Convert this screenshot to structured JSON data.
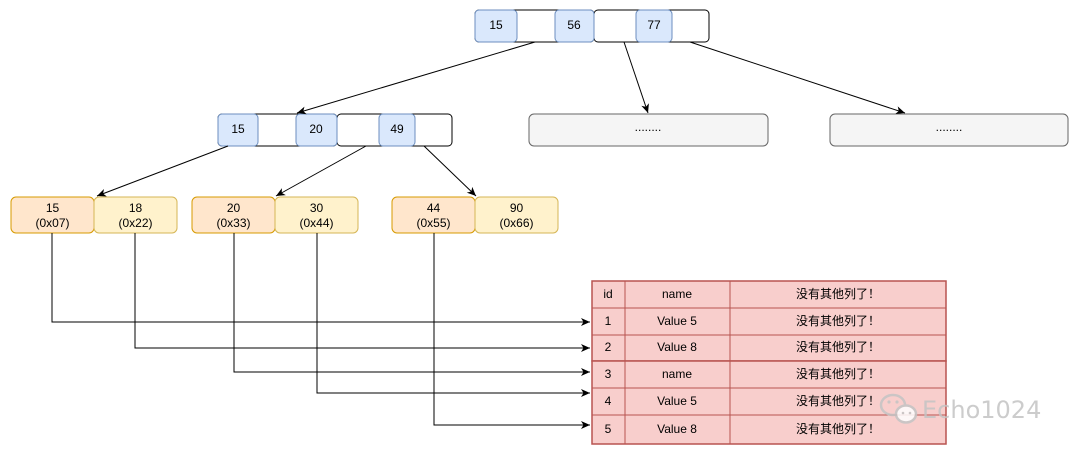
{
  "root_node": {
    "keys": [
      "15",
      "56",
      "77"
    ]
  },
  "internal_node": {
    "keys": [
      "15",
      "20",
      "49"
    ]
  },
  "placeholder_nodes": [
    "........",
    "........"
  ],
  "leaf_nodes": [
    {
      "key": "15",
      "addr": "(0x07)"
    },
    {
      "key": "18",
      "addr": "(0x22)"
    },
    {
      "key": "20",
      "addr": "(0x33)"
    },
    {
      "key": "30",
      "addr": "(0x44)"
    },
    {
      "key": "44",
      "addr": "(0x55)"
    },
    {
      "key": "90",
      "addr": "(0x66)"
    }
  ],
  "table": {
    "header": {
      "id": "id",
      "name": "name",
      "other": "没有其他列了！"
    },
    "rows": [
      {
        "id": "1",
        "name": "Value 5",
        "other": "没有其他列了！"
      },
      {
        "id": "2",
        "name": "Value 8",
        "other": "没有其他列了！"
      },
      {
        "id": "3",
        "name": "name",
        "other": "没有其他列了！"
      },
      {
        "id": "4",
        "name": "Value 5",
        "other": "没有其他列了！"
      },
      {
        "id": "5",
        "name": "Value 8",
        "other": "没有其他列了！"
      }
    ]
  },
  "watermark": {
    "text": "Echo1024",
    "icon": "wechat-icon"
  },
  "colors": {
    "key_fill": "#dae8fc",
    "key_stroke": "#6c8ebf",
    "leaf_orange_fill": "#ffe6cc",
    "leaf_orange_stroke": "#d79b00",
    "leaf_yellow_fill": "#fff2cc",
    "leaf_yellow_stroke": "#d6b656",
    "placeholder_fill": "#f5f5f5",
    "placeholder_stroke": "#666666",
    "table_fill": "#f8cecc",
    "table_stroke": "#b85450"
  }
}
